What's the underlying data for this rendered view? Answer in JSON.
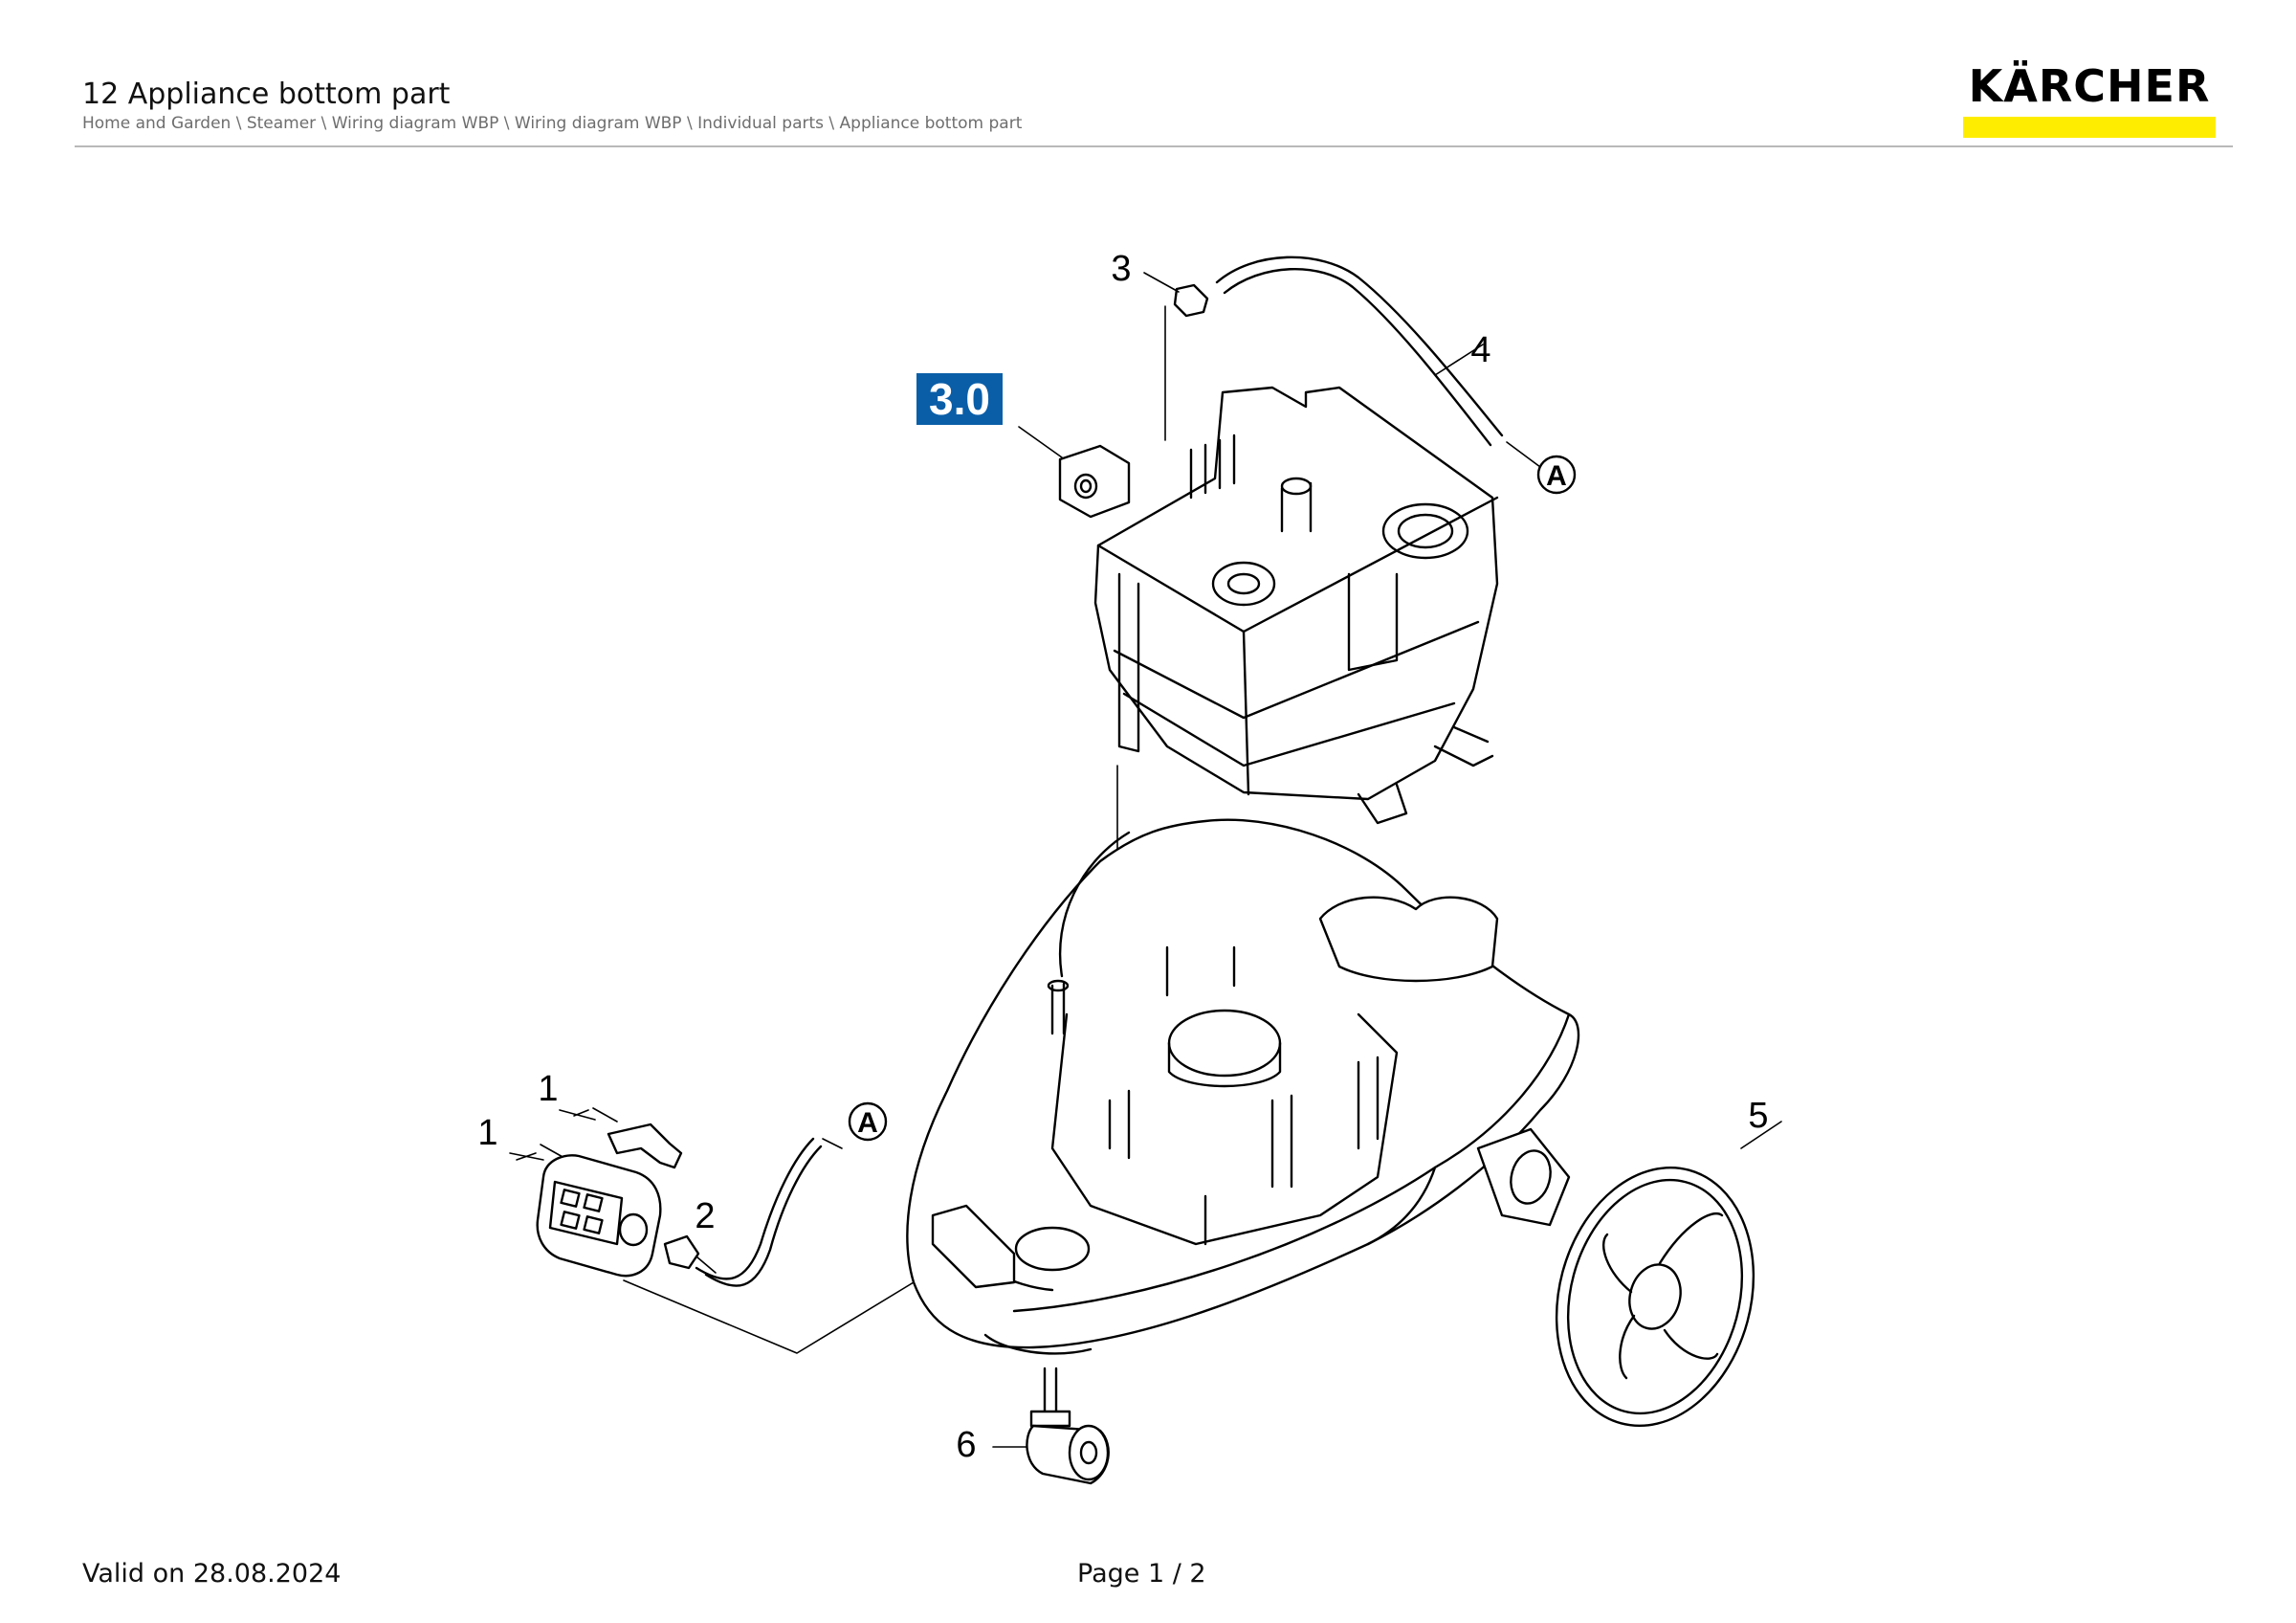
{
  "header": {
    "title": "12 Appliance bottom part",
    "breadcrumb": "Home and Garden \\ Steamer \\ Wiring diagram WBP \\ Wiring diagram WBP \\ Individual parts \\ Appliance bottom part"
  },
  "brand": {
    "name": "KÄRCHER",
    "accent_color": "#ffed00",
    "badge_color": "#0a5ea8"
  },
  "diagram": {
    "badge": "3.0",
    "callouts": [
      "1",
      "1",
      "2",
      "3",
      "4",
      "5",
      "6"
    ],
    "reference": "A"
  },
  "footer": {
    "valid": "Valid on 28.08.2024",
    "page": "Page 1 / 2"
  }
}
